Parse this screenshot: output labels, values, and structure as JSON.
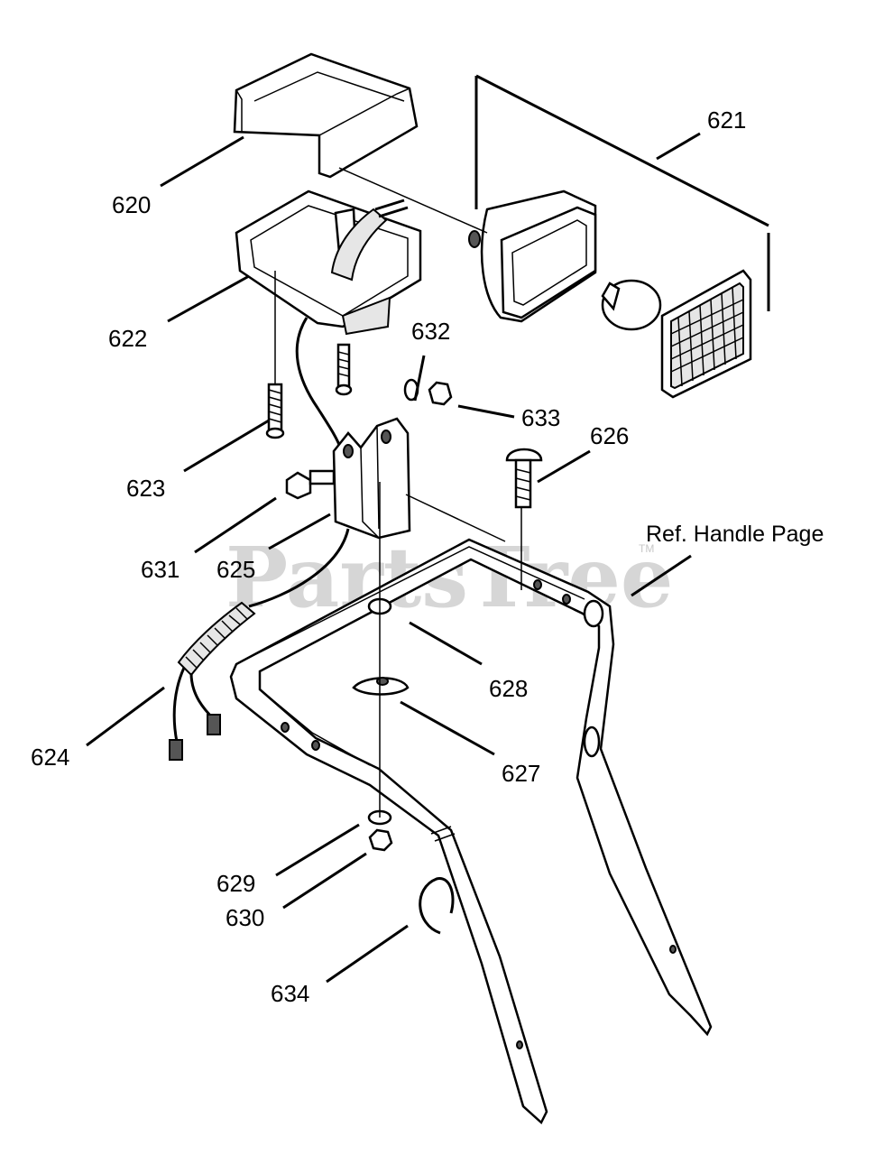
{
  "diagram": {
    "watermark": "PartsTree",
    "trademark": "TM",
    "reference_label": "Ref. Handle Page",
    "parts": {
      "p620": "620",
      "p621": "621",
      "p622": "622",
      "p623": "623",
      "p624": "624",
      "p625": "625",
      "p626": "626",
      "p627": "627",
      "p628": "628",
      "p629": "629",
      "p630": "630",
      "p631": "631",
      "p632": "632",
      "p633": "633",
      "p634": "634"
    }
  }
}
